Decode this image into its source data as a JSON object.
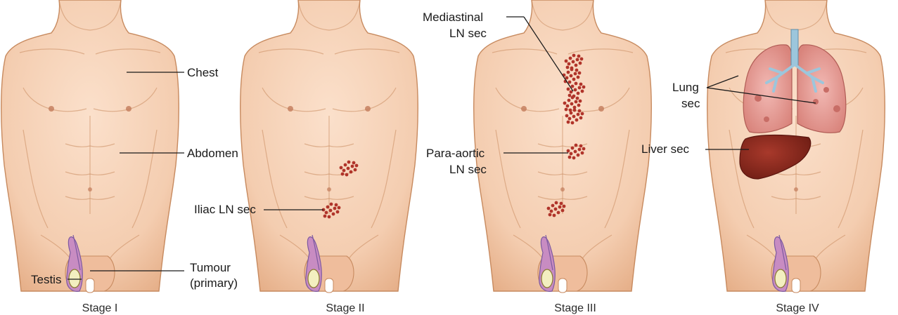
{
  "stages": [
    {
      "title": "Stage I"
    },
    {
      "title": "Stage II"
    },
    {
      "title": "Stage III"
    },
    {
      "title": "Stage IV"
    }
  ],
  "labels": {
    "chest": "Chest",
    "abdomen": "Abdomen",
    "tumour_line1": "Tumour",
    "tumour_line2": "(primary)",
    "testis": "Testis",
    "iliac": "Iliac LN sec",
    "mediastinal_line1": "Mediastinal",
    "mediastinal_line2": "LN sec",
    "paraaortic_line1": "Para-aortic",
    "paraaortic_line2": "LN sec",
    "lung_line1": "Lung",
    "lung_line2": "sec",
    "liver": "Liver sec"
  },
  "colors": {
    "skin": "#f6d2b8",
    "skin_shadow": "#e9b892",
    "node": "#b0342a",
    "lung": "#e8a0a0",
    "trachea": "#9cc6dc",
    "liver": "#8e2a1f",
    "testis": "#f3efc0",
    "vessel": "#7d5aa0"
  },
  "icons": [
    "torso-figure",
    "lymph-node-cluster",
    "lung-organ",
    "liver-organ",
    "testis-organ"
  ]
}
